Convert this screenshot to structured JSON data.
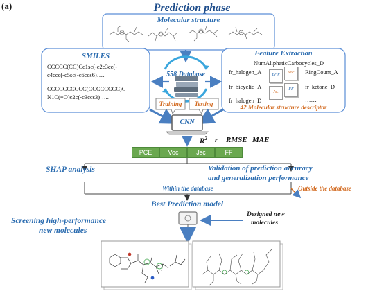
{
  "panel_label": "(a)",
  "title": "Prediction phase",
  "molecular_structure_label": "Molecular structure",
  "smiles": {
    "title": "SMILES",
    "line1": "CCCCC(CC)Cc1sc(-c2c3cc(-",
    "line2": "c4ccc(-c5sc(-c6ccs6)…..",
    "line3": "CCCCCCCCCC(CCCCCCCC)C",
    "line4": "N1C(=O)c2c(-c3ccs3)….."
  },
  "database_label": "558 Database",
  "training_label": "Training",
  "testing_label": "Testing",
  "feature": {
    "title": "Feature  Extraction",
    "top": "NumAliphaticCarbocycles_D",
    "f1": "fr_halogen_A",
    "f2": "fr_bicyclic_A",
    "f3": "fr_halogen_D",
    "r1": "RingCount_A",
    "r2": "fr_ketone_D",
    "r3": "……",
    "mini1": "PCE",
    "mini2": "Voc",
    "mini3": "Jsc",
    "mini4": "FF",
    "footer": "42  Molecular structure descriptor"
  },
  "cnn_label": "CNN",
  "metrics": {
    "r2": "R",
    "r2_sup": "2",
    "r": "r",
    "rmse": "RMSE",
    "mae": "MAE"
  },
  "bars": [
    "PCE",
    "Voc",
    "Jsc",
    "FF"
  ],
  "shap_label": "SHAP analysis",
  "validation_line1": "Validation of prediction accuracy",
  "validation_line2": "and generalization  performance",
  "within_label": "Within the database",
  "outside_label": "Outside the database",
  "best_model_label": "Best Prediction model",
  "screening_line1": "Screening high-performance",
  "screening_line2": "new molecules",
  "designed_line1": "Designed new",
  "designed_line2": "molecules",
  "colors": {
    "title_blue": "#1f4e8c",
    "accent_blue": "#2b6cb0",
    "box_border": "#5b8ed6",
    "arrow_blue": "#4a7fc1",
    "orange": "#d2691e",
    "bar_green": "#6aa84f"
  }
}
